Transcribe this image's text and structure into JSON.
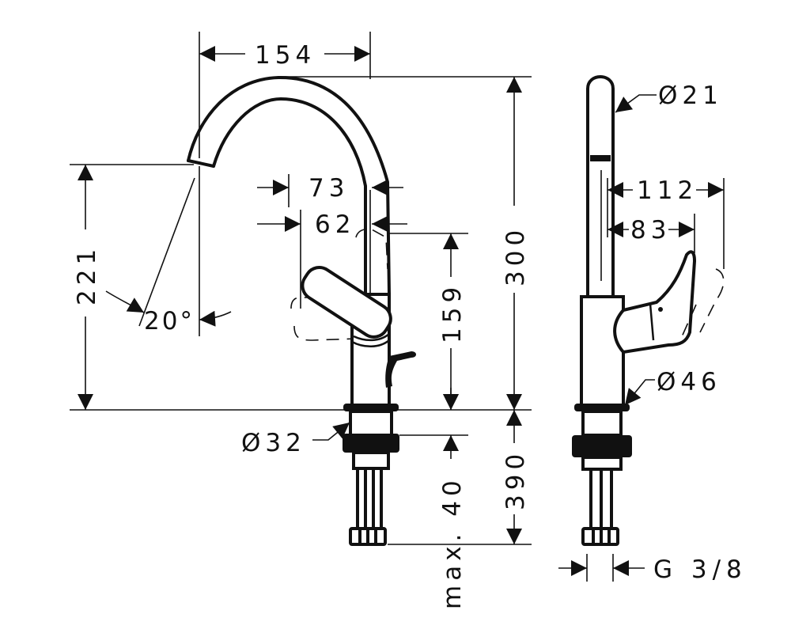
{
  "drawing": {
    "front_view": {
      "width_spout": "154",
      "height_total": "300",
      "height_spout_outlet": "221",
      "swivel_angle": "20°",
      "lever_offset_73": "73",
      "lever_offset_62": "62",
      "height_lever": "159",
      "diameter_shank": "Ø32",
      "max_deck_thickness": "max. 40",
      "hose_length": "390"
    },
    "side_view": {
      "diameter_spout": "Ø21",
      "lever_reach_112": "112",
      "lever_reach_83": "83",
      "diameter_body": "Ø46",
      "connection_thread": "G 3/8"
    }
  }
}
